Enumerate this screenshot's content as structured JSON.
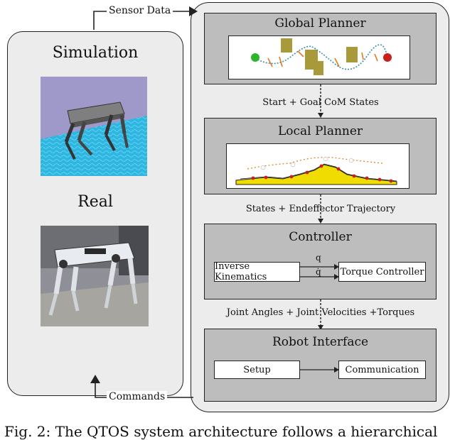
{
  "left_panel": {
    "simulation_label": "Simulation",
    "real_label": "Real"
  },
  "arrows": {
    "sensor_data": "Sensor Data",
    "commands": "Commands"
  },
  "modules": {
    "global_planner": {
      "title": "Global Planner"
    },
    "local_planner": {
      "title": "Local Planner"
    },
    "controller": {
      "title": "Controller",
      "inverse_kinematics": "Inverse Kinematics",
      "torque_controller": "Torque Controller",
      "signal_q": "q",
      "signal_qdot": "q̇"
    },
    "robot_interface": {
      "title": "Robot Interface",
      "setup": "Setup",
      "communication": "Communication"
    }
  },
  "connections": {
    "global_to_local": "Start + Goal CoM States",
    "local_to_controller": "States + Endeffector Trajectory",
    "controller_to_interface": "Joint Angles + Joint Velocities +Torques"
  },
  "caption": "Fig. 2: The QTOS system architecture follows a hierarchical",
  "colors": {
    "start_node": "#2bb52b",
    "goal_node": "#c8201d",
    "obstacle": "#a89a3a",
    "terrain": "#f0dc00",
    "path": "#3d8fa8",
    "footstep": "#e07b1f",
    "sim_sky": "#9e99c9",
    "sim_floor": "#2fb6e0"
  }
}
